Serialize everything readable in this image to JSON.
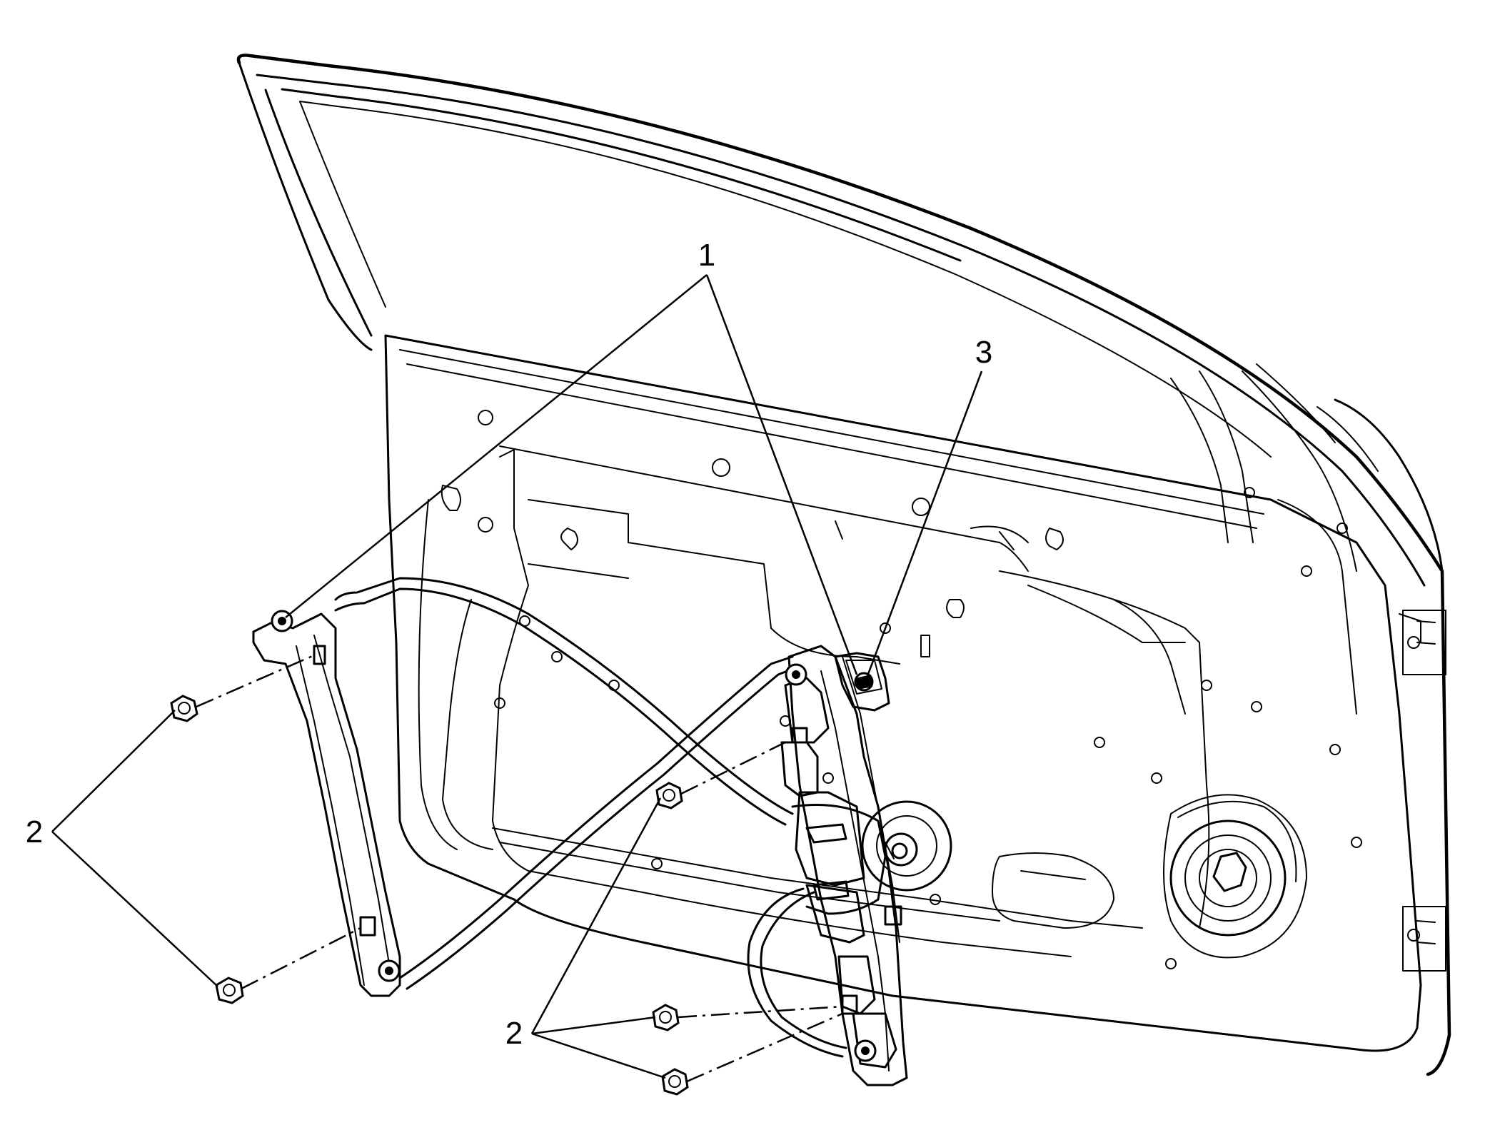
{
  "diagram": {
    "callouts": [
      {
        "id": "callout-1",
        "label": "1"
      },
      {
        "id": "callout-2a",
        "label": "2"
      },
      {
        "id": "callout-2b",
        "label": "2"
      },
      {
        "id": "callout-3",
        "label": "3"
      }
    ]
  }
}
